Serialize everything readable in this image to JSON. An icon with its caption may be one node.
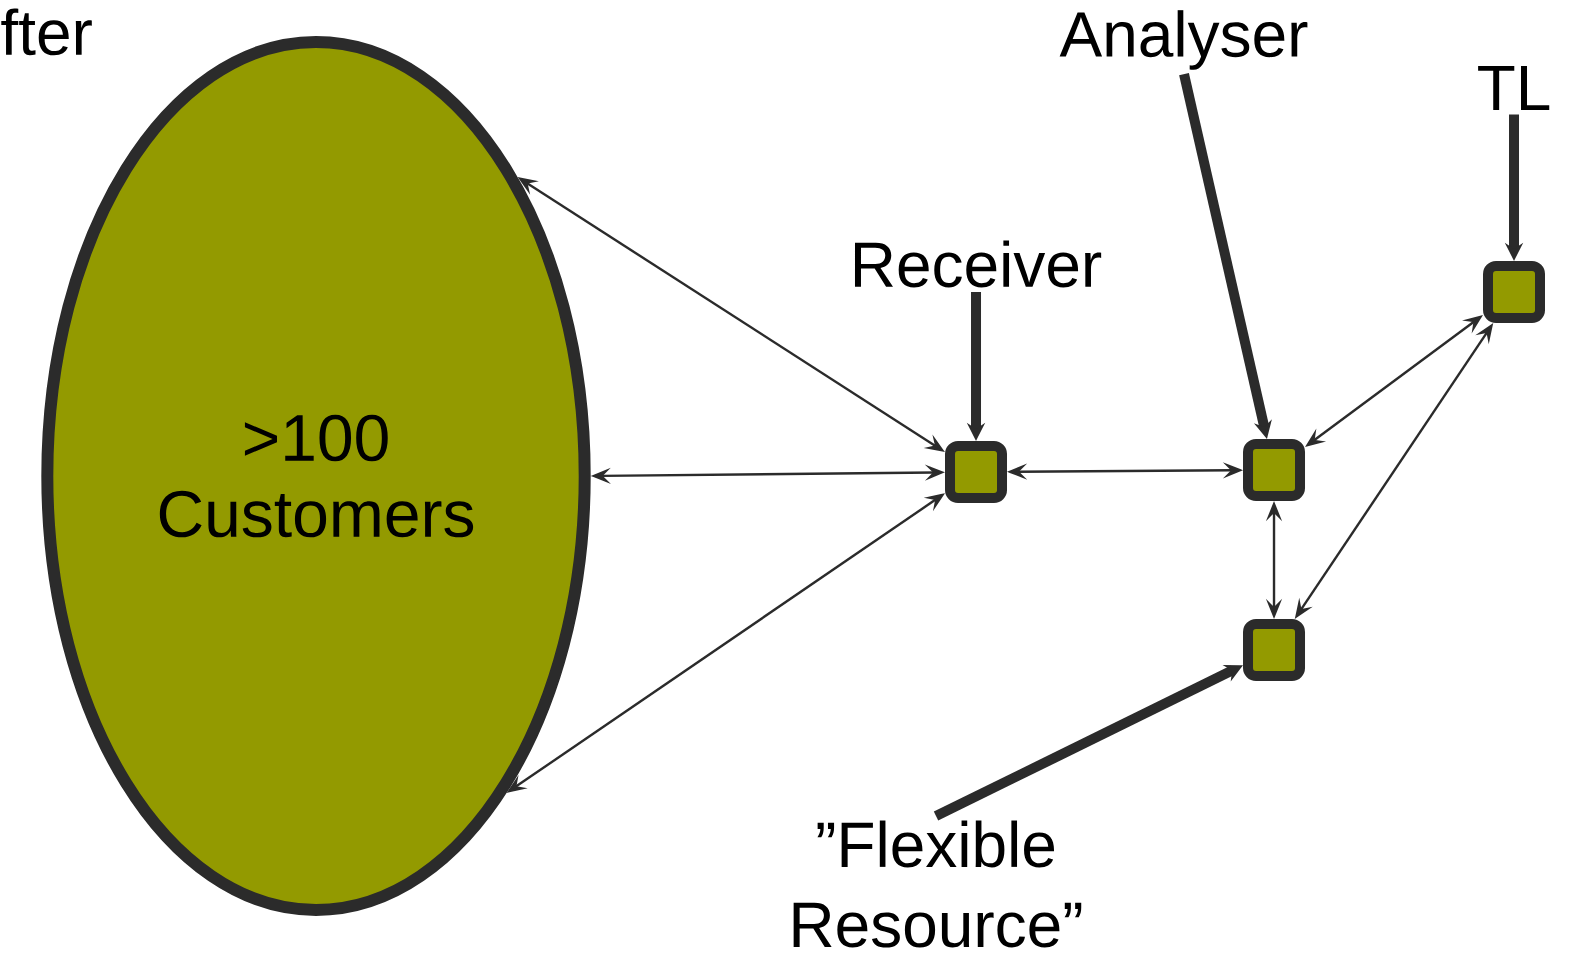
{
  "diagram": {
    "nodes": [
      {
        "text": [
          ">100 Customers"
        ]
      },
      {
        "text": [],
        "shape": "box"
      },
      {
        "text": [],
        "shape": "box"
      },
      {
        "text": [],
        "shape": "box"
      },
      {
        "text": [],
        "shape": "box"
      },
      {
        "text": [
          "Receiver"
        ]
      },
      {
        "text": [
          "Analyser"
        ]
      },
      {
        "text": [
          "TL"
        ]
      },
      {
        "text": [
          "”Flexible Resource”"
        ]
      }
    ],
    "edges": [
      {
        "from": 0,
        "to": 1,
        "arrow": "both"
      },
      {
        "from": 0,
        "to": 1,
        "arrow": "both"
      },
      {
        "from": 0,
        "to": 1,
        "arrow": "both"
      },
      {
        "from": 1,
        "to": 2,
        "arrow": "both"
      },
      {
        "from": 2,
        "to": 4,
        "arrow": "both"
      },
      {
        "from": 2,
        "to": 3,
        "arrow": "both"
      },
      {
        "from": 3,
        "to": 4,
        "arrow": "both"
      },
      {
        "from": 5,
        "to": 1,
        "arrow": "to",
        "style": "thick"
      },
      {
        "from": 6,
        "to": 2,
        "arrow": "to",
        "style": "thick"
      },
      {
        "from": 7,
        "to": 4,
        "arrow": "to",
        "style": "thick"
      },
      {
        "from": 8,
        "to": 3,
        "arrow": "to",
        "style": "thick"
      }
    ],
    "labels": [
      "fter"
    ]
  }
}
